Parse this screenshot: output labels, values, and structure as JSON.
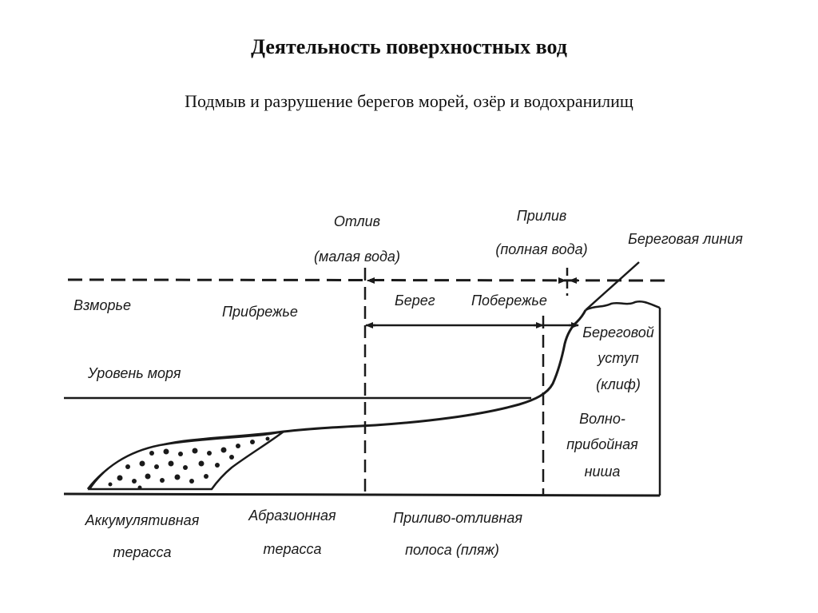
{
  "header": {
    "title": "Деятельность поверхностных вод",
    "subtitle": "Подмыв и разрушение берегов морей, озёр и водохранилищ"
  },
  "diagram": {
    "labels": {
      "low_tide_1": "Отлив",
      "low_tide_2": "(малая вода)",
      "high_tide_1": "Прилив",
      "high_tide_2": "(полная вода)",
      "shoreline": "Береговая линия",
      "offshore": "Взморье",
      "nearshore": "Прибрежье",
      "shore": "Берег",
      "coast": "Побережье",
      "sea_level": "Уровень моря",
      "scarp_1": "Береговой",
      "scarp_2": "уступ",
      "scarp_3": "(клиф)",
      "notch_1": "Волно-",
      "notch_2": "прибойная",
      "notch_3": "ниша",
      "accum_1": "Аккумулятивная",
      "accum_2": "терасса",
      "abras_1": "Абразионная",
      "abras_2": "терасса",
      "tidal_1": "Приливо-отливная",
      "tidal_2": "полоса (пляж)"
    }
  },
  "colors": {
    "ink": "#1a1a1a",
    "background": "#ffffff"
  }
}
